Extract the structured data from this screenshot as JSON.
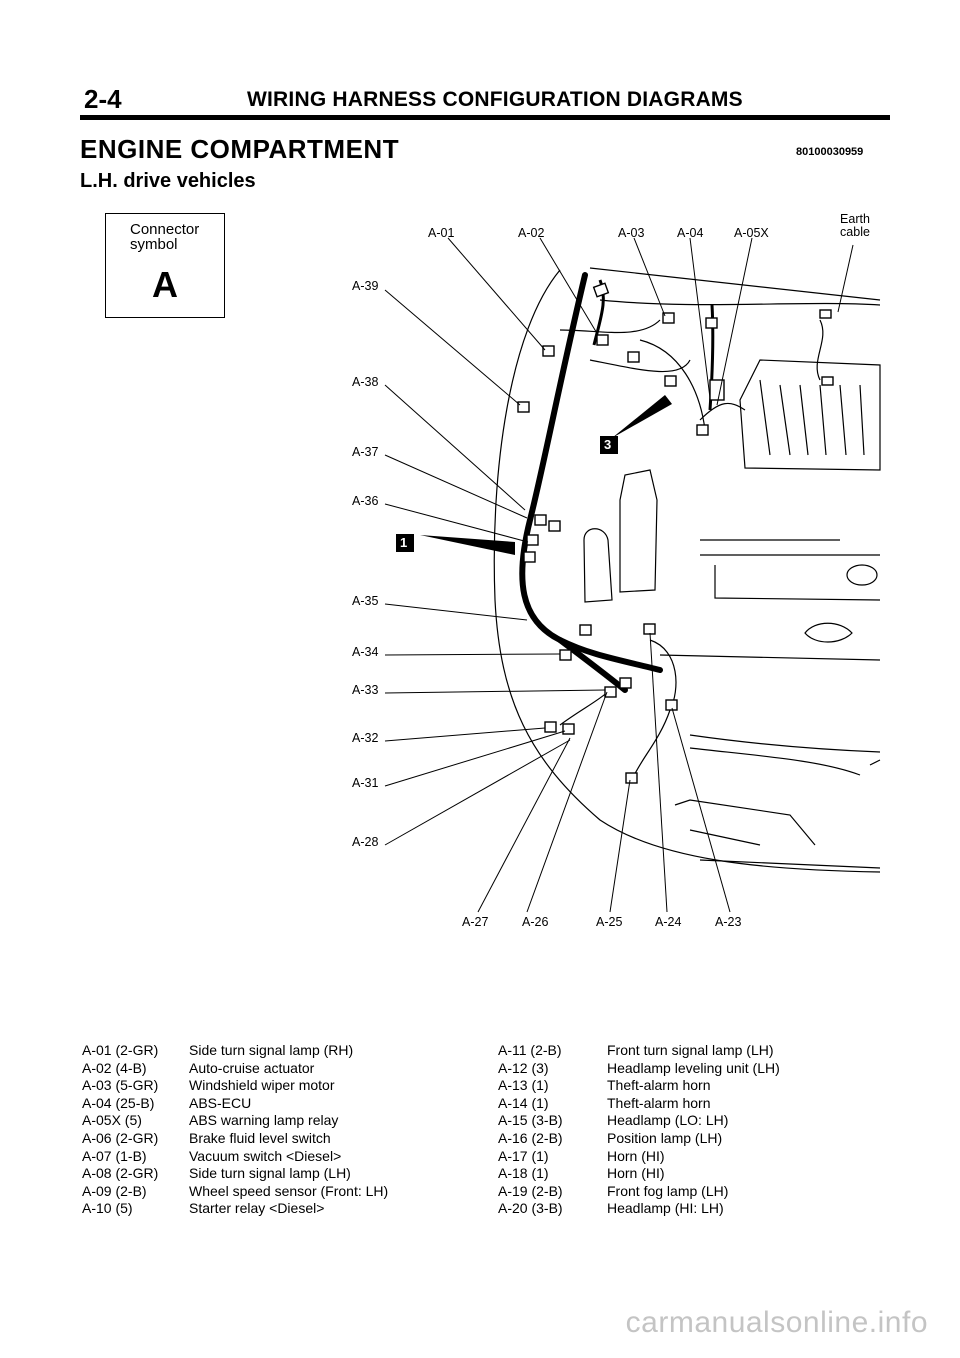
{
  "header": {
    "page_number": "2-4",
    "title": "WIRING HARNESS CONFIGURATION DIAGRAMS"
  },
  "section": {
    "title": "ENGINE COMPARTMENT",
    "doc_code": "80100030959",
    "subtitle": "L.H. drive vehicles"
  },
  "connector_box": {
    "label": "Connector symbol",
    "letter": "A"
  },
  "diagram": {
    "top_labels": [
      "A-01",
      "A-02",
      "A-03",
      "A-04",
      "A-05X"
    ],
    "earth_label": "Earth cable",
    "left_labels": [
      "A-39",
      "A-38",
      "A-37",
      "A-36",
      "A-35",
      "A-34",
      "A-33",
      "A-32",
      "A-31",
      "A-28"
    ],
    "bottom_labels": [
      "A-27",
      "A-26",
      "A-25",
      "A-24",
      "A-23"
    ],
    "markers": [
      "1",
      "3"
    ]
  },
  "legend": {
    "left": [
      {
        "code": "A-01 (2-GR)",
        "desc": "Side turn signal lamp (RH)"
      },
      {
        "code": "A-02 (4-B)",
        "desc": "Auto-cruise actuator"
      },
      {
        "code": "A-03 (5-GR)",
        "desc": "Windshield wiper motor"
      },
      {
        "code": "A-04 (25-B)",
        "desc": "ABS-ECU"
      },
      {
        "code": "A-05X (5)",
        "desc": "ABS warning lamp relay"
      },
      {
        "code": "A-06 (2-GR)",
        "desc": "Brake fluid level switch"
      },
      {
        "code": "A-07 (1-B)",
        "desc": "Vacuum switch <Diesel>"
      },
      {
        "code": "A-08 (2-GR)",
        "desc": "Side turn signal lamp (LH)"
      },
      {
        "code": "A-09 (2-B)",
        "desc": "Wheel speed sensor (Front: LH)"
      },
      {
        "code": "A-10 (5)",
        "desc": "Starter relay <Diesel>"
      }
    ],
    "right": [
      {
        "code": "A-11 (2-B)",
        "desc": "Front turn signal lamp (LH)"
      },
      {
        "code": "A-12 (3)",
        "desc": "Headlamp leveling unit (LH)"
      },
      {
        "code": "A-13 (1)",
        "desc": "Theft-alarm horn"
      },
      {
        "code": "A-14 (1)",
        "desc": "Theft-alarm horn"
      },
      {
        "code": "A-15 (3-B)",
        "desc": "Headlamp (LO: LH)"
      },
      {
        "code": "A-16 (2-B)",
        "desc": "Position lamp (LH)"
      },
      {
        "code": "A-17 (1)",
        "desc": "Horn (HI)"
      },
      {
        "code": "A-18 (1)",
        "desc": "Horn (HI)"
      },
      {
        "code": "A-19 (2-B)",
        "desc": "Front fog lamp (LH)"
      },
      {
        "code": "A-20 (3-B)",
        "desc": "Headlamp (HI: LH)"
      }
    ]
  },
  "footer": {
    "watermark": "carmanualsonline.info"
  }
}
